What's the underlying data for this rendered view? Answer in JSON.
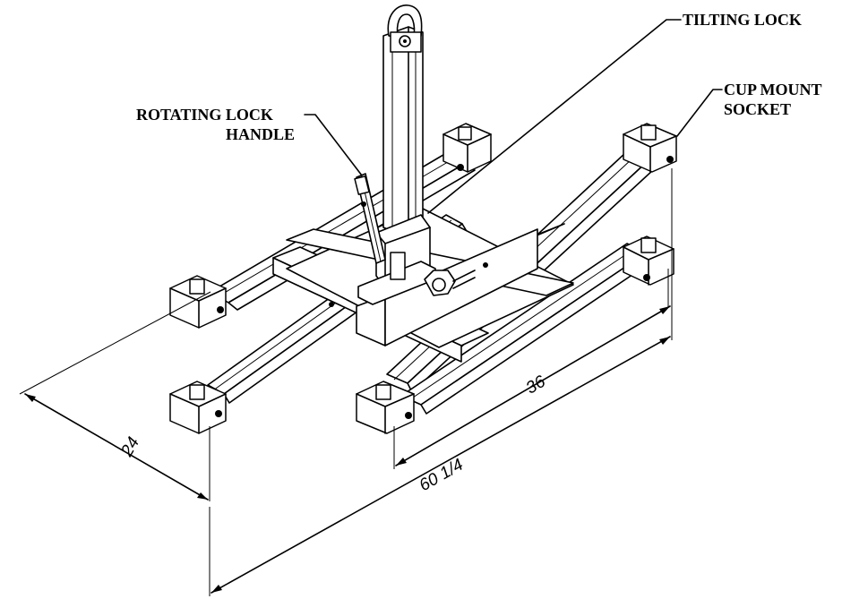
{
  "callouts": {
    "tilting_lock": "TILTING LOCK",
    "rotating_lock_handle_line1": "ROTATING LOCK",
    "rotating_lock_handle_line2": "HANDLE",
    "cup_mount_socket_line1": "CUP MOUNT",
    "cup_mount_socket_line2": "SOCKET"
  },
  "dimensions": {
    "width": "24",
    "socket_spacing": "36",
    "overall_length": "60 1/4"
  },
  "icons": {
    "eye_bolt": "lifting-eye-icon",
    "knob": "hex-knob-icon"
  },
  "colors": {
    "line": "#000000",
    "background": "#ffffff"
  }
}
